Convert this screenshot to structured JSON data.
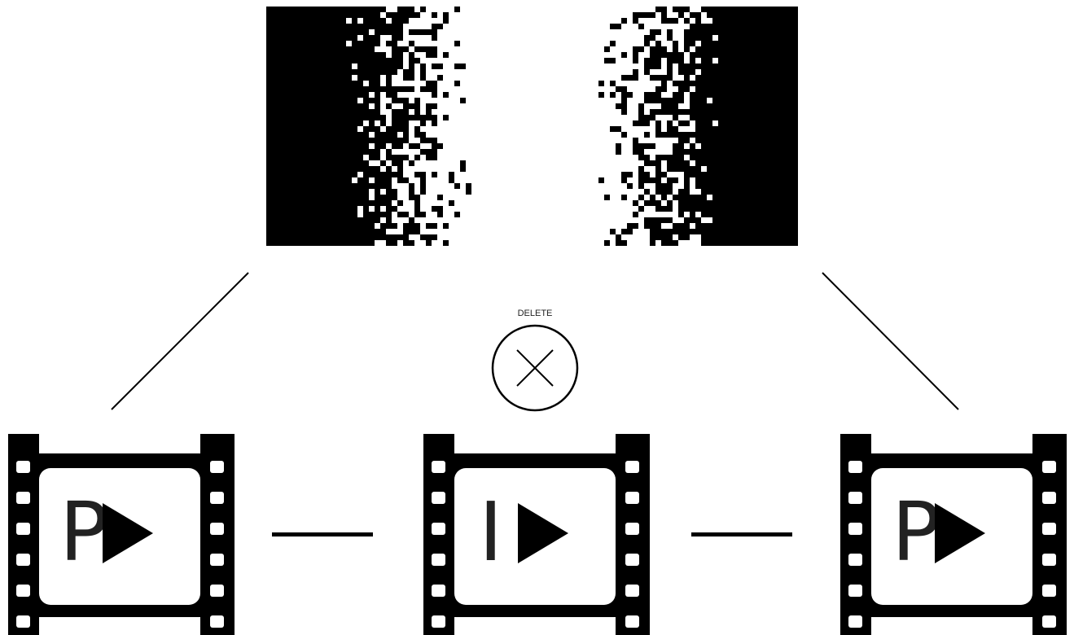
{
  "delete_label": "DELETE",
  "frames": [
    {
      "type_letter": "P"
    },
    {
      "type_letter": "I"
    },
    {
      "type_letter": "P"
    }
  ],
  "icons": {
    "play": "play-triangle-icon",
    "delete": "close-circle-icon",
    "film": "film-strip-icon"
  },
  "colors": {
    "ink": "#000000",
    "background": "#ffffff",
    "text": "#222222"
  }
}
